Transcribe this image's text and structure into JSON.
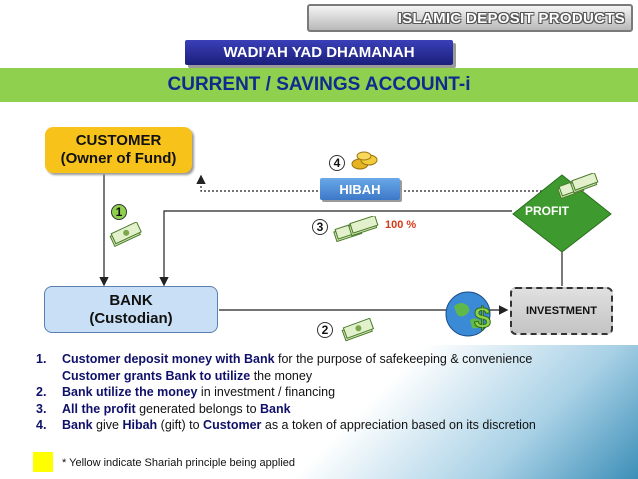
{
  "header": {
    "title": "ISLAMIC DEPOSIT PRODUCTS",
    "subtitle": "WADI'AH YAD DHAMANAH",
    "banner": "CURRENT / SAVINGS ACCOUNT-i"
  },
  "nodes": {
    "customer": {
      "line1": "CUSTOMER",
      "line2": "(Owner of Fund)"
    },
    "bank": {
      "line1": "BANK",
      "line2": "(Custodian)"
    },
    "investment": {
      "label": "INVESTMENT"
    },
    "hibah": {
      "label": "HIBAH"
    },
    "profit": {
      "label": "PROFIT"
    }
  },
  "flow_numbers": {
    "n1": "1",
    "n2": "2",
    "n3": "3",
    "n4": "4"
  },
  "profit_percent": "100 %",
  "steps": [
    {
      "num": "1.",
      "bold": "Customer deposit money with Bank",
      "rest": " for the purpose of safekeeping & convenience"
    },
    {
      "num": "",
      "bold": "Customer grants Bank to utilize",
      "rest": " the money"
    },
    {
      "num": "2.",
      "bold": "Bank utilize the money",
      "rest": " in investment / financing"
    },
    {
      "num": "3.",
      "bold": "All the profit",
      "rest": " generated belongs to ",
      "bold2": "Bank",
      "rest2": ""
    },
    {
      "num": "4.",
      "bold": "Bank",
      "rest": " give ",
      "bold2": "Hibah",
      "rest2": " (gift) to ",
      "bold3": "Customer",
      "rest3": " as a token of appreciation based on its discretion"
    }
  ],
  "legend": {
    "text": "* Yellow indicate Shariah principle being applied",
    "color": "#ffff00"
  },
  "colors": {
    "banner_green": "#8fd14f",
    "customer_yellow": "#f7c21a",
    "bank_blue": "#c8dff5",
    "subtitle_navy": "#1b1f7a",
    "profit_green": "#3e9a2e"
  },
  "icons": [
    "money-stack-icon",
    "gold-coins-icon",
    "globe-dollar-icon"
  ]
}
